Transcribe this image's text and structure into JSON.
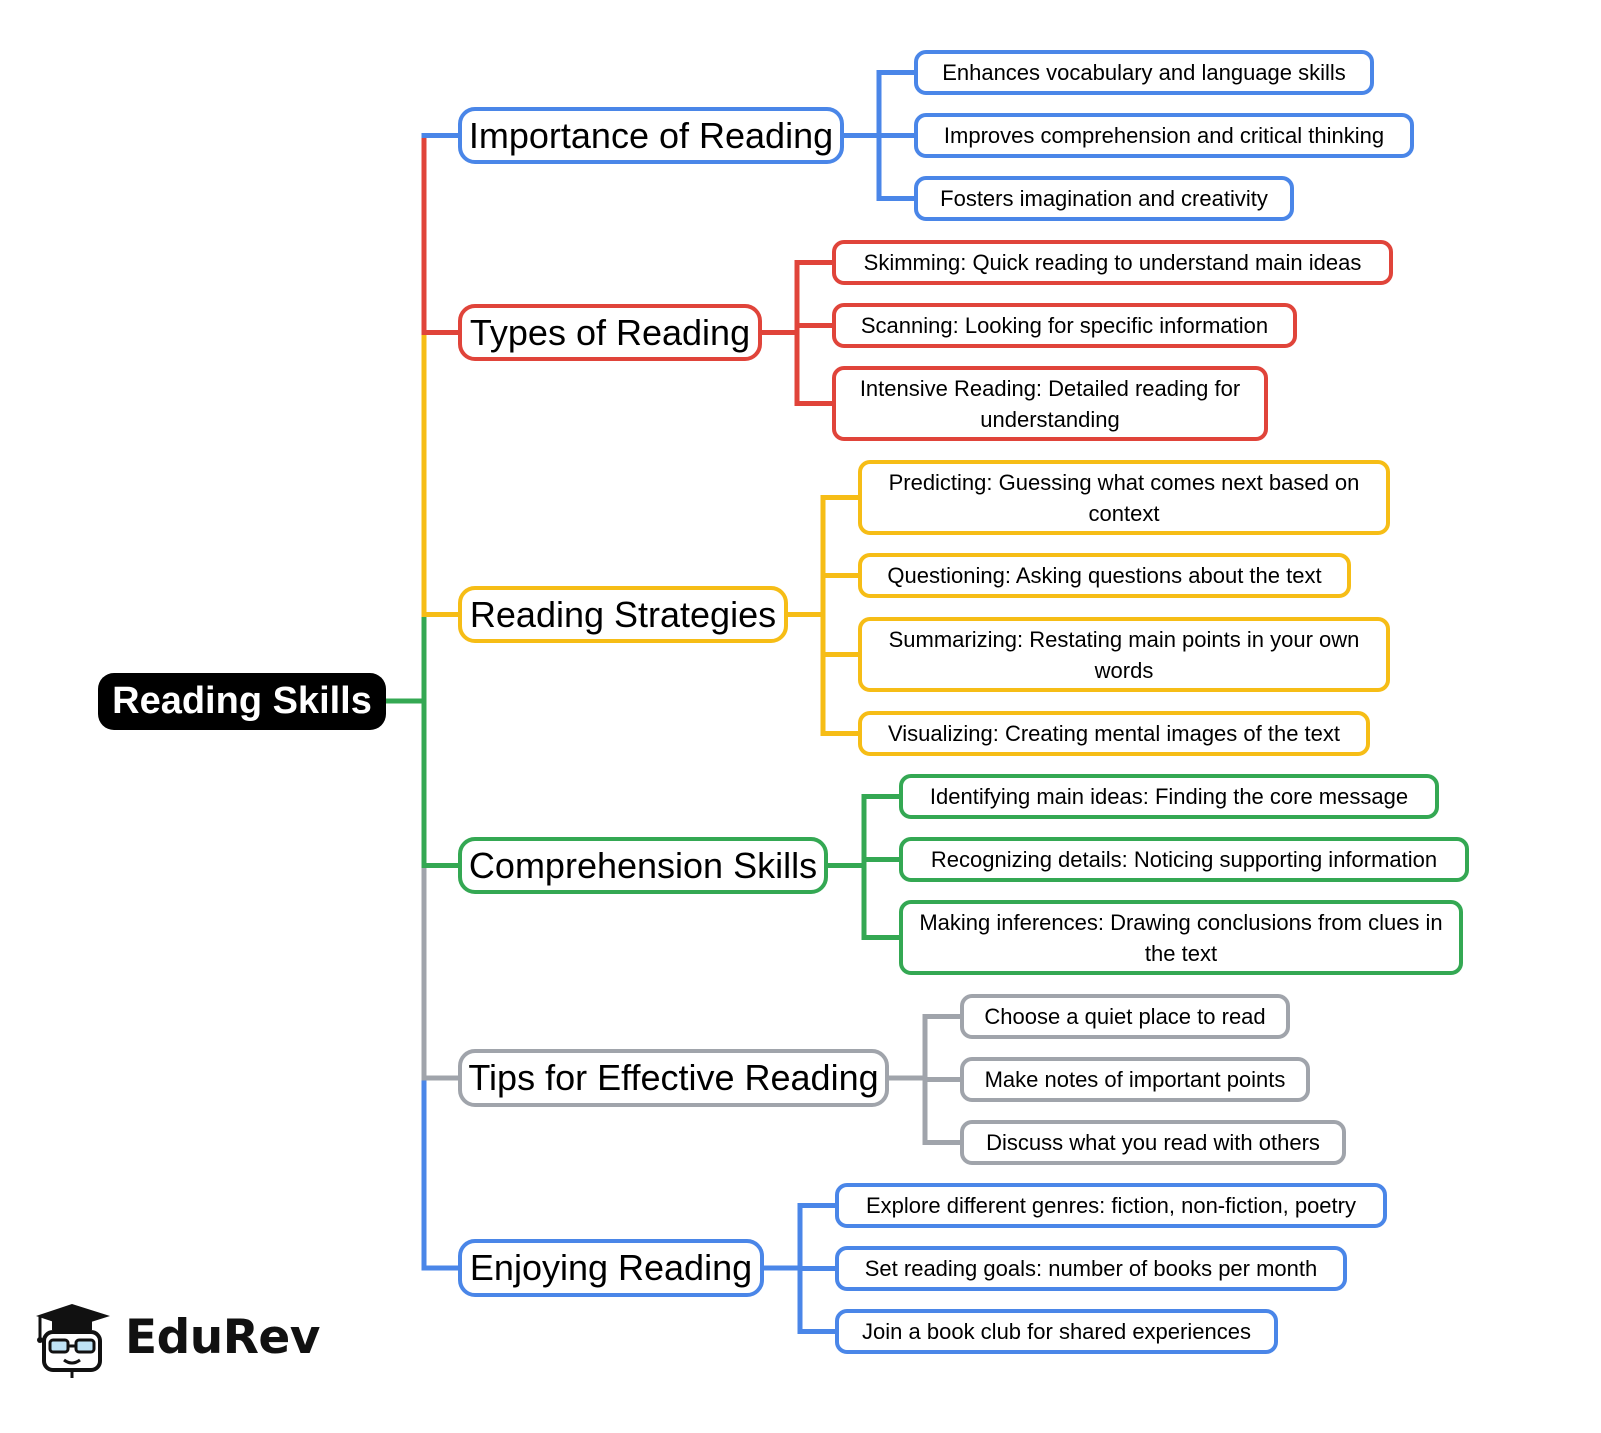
{
  "root": {
    "label": "Reading Skills"
  },
  "colors": {
    "blue": "#4a86e8",
    "red": "#e0443a",
    "yellow": "#f6bd16",
    "green": "#34a853",
    "gray": "#a0a4ab",
    "root_bg": "#000000"
  },
  "branches": [
    {
      "label": "Importance of Reading",
      "color": "#4a86e8",
      "items": [
        "Enhances vocabulary and language skills",
        "Improves comprehension and critical thinking",
        "Fosters imagination and creativity"
      ]
    },
    {
      "label": "Types of Reading",
      "color": "#e0443a",
      "items": [
        "Skimming: Quick reading to understand main ideas",
        "Scanning: Looking for specific information",
        "Intensive Reading: Detailed reading for understanding"
      ]
    },
    {
      "label": "Reading Strategies",
      "color": "#f6bd16",
      "items": [
        "Predicting: Guessing what comes next based on context",
        "Questioning: Asking questions about the text",
        "Summarizing: Restating main points in your own words",
        "Visualizing: Creating mental images of the text"
      ]
    },
    {
      "label": "Comprehension Skills",
      "color": "#34a853",
      "items": [
        "Identifying main ideas: Finding the core message",
        "Recognizing details: Noticing supporting information",
        "Making inferences: Drawing conclusions from clues in the text"
      ]
    },
    {
      "label": "Tips for Effective Reading",
      "color": "#a0a4ab",
      "items": [
        "Choose a quiet place to read",
        "Make notes of important points",
        "Discuss what you read with others"
      ]
    },
    {
      "label": "Enjoying Reading",
      "color": "#4a86e8",
      "items": [
        "Explore different genres: fiction, non-fiction, poetry",
        "Set reading goals: number of books per month",
        "Join a book club for shared experiences"
      ]
    }
  ],
  "logo": {
    "text": "EduRev"
  }
}
